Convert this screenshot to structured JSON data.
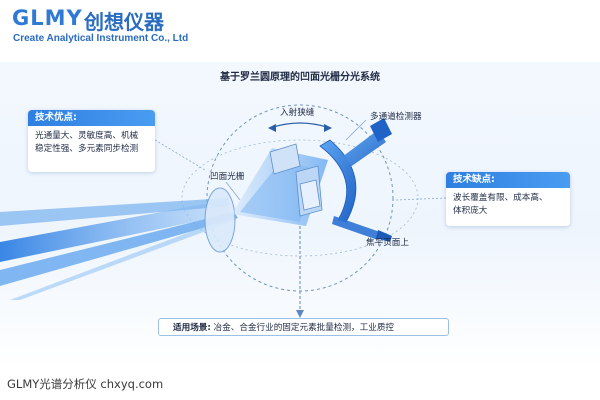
{
  "brand": {
    "logo_text": "GLMY",
    "name_cn": "创想仪器",
    "name_en": "Create Analytical Instrument Co., Ltd"
  },
  "diagram": {
    "title": "基于罗兰圆原理的凹面光栅分光系统",
    "labels": {
      "entrance_slit": "入射狭缝",
      "multichannel_detector": "多通道检测器",
      "concave_grating": "凹面光栅",
      "focal_plane": "焦平页面上"
    }
  },
  "pros": {
    "title": "技术优点:",
    "lines": [
      "光通量大、灵敏度高、机械",
      "稳定性强、多元素同步检测"
    ]
  },
  "cons": {
    "title": "技术缺点:",
    "lines": [
      "波长覆盖有限、成本高、",
      "体积庞大"
    ]
  },
  "applications": {
    "label": "适用场景:",
    "text": "冶金、合金行业的固定元素批量检测，工业质控"
  },
  "footer": {
    "text": "GLMY光谱分析仪   chxyq.com"
  },
  "colors": {
    "accent": "#2e7fe0",
    "brand": "#2a6cc0",
    "beam": "#3d8ee8",
    "panel_bg": "#eef5fd"
  }
}
